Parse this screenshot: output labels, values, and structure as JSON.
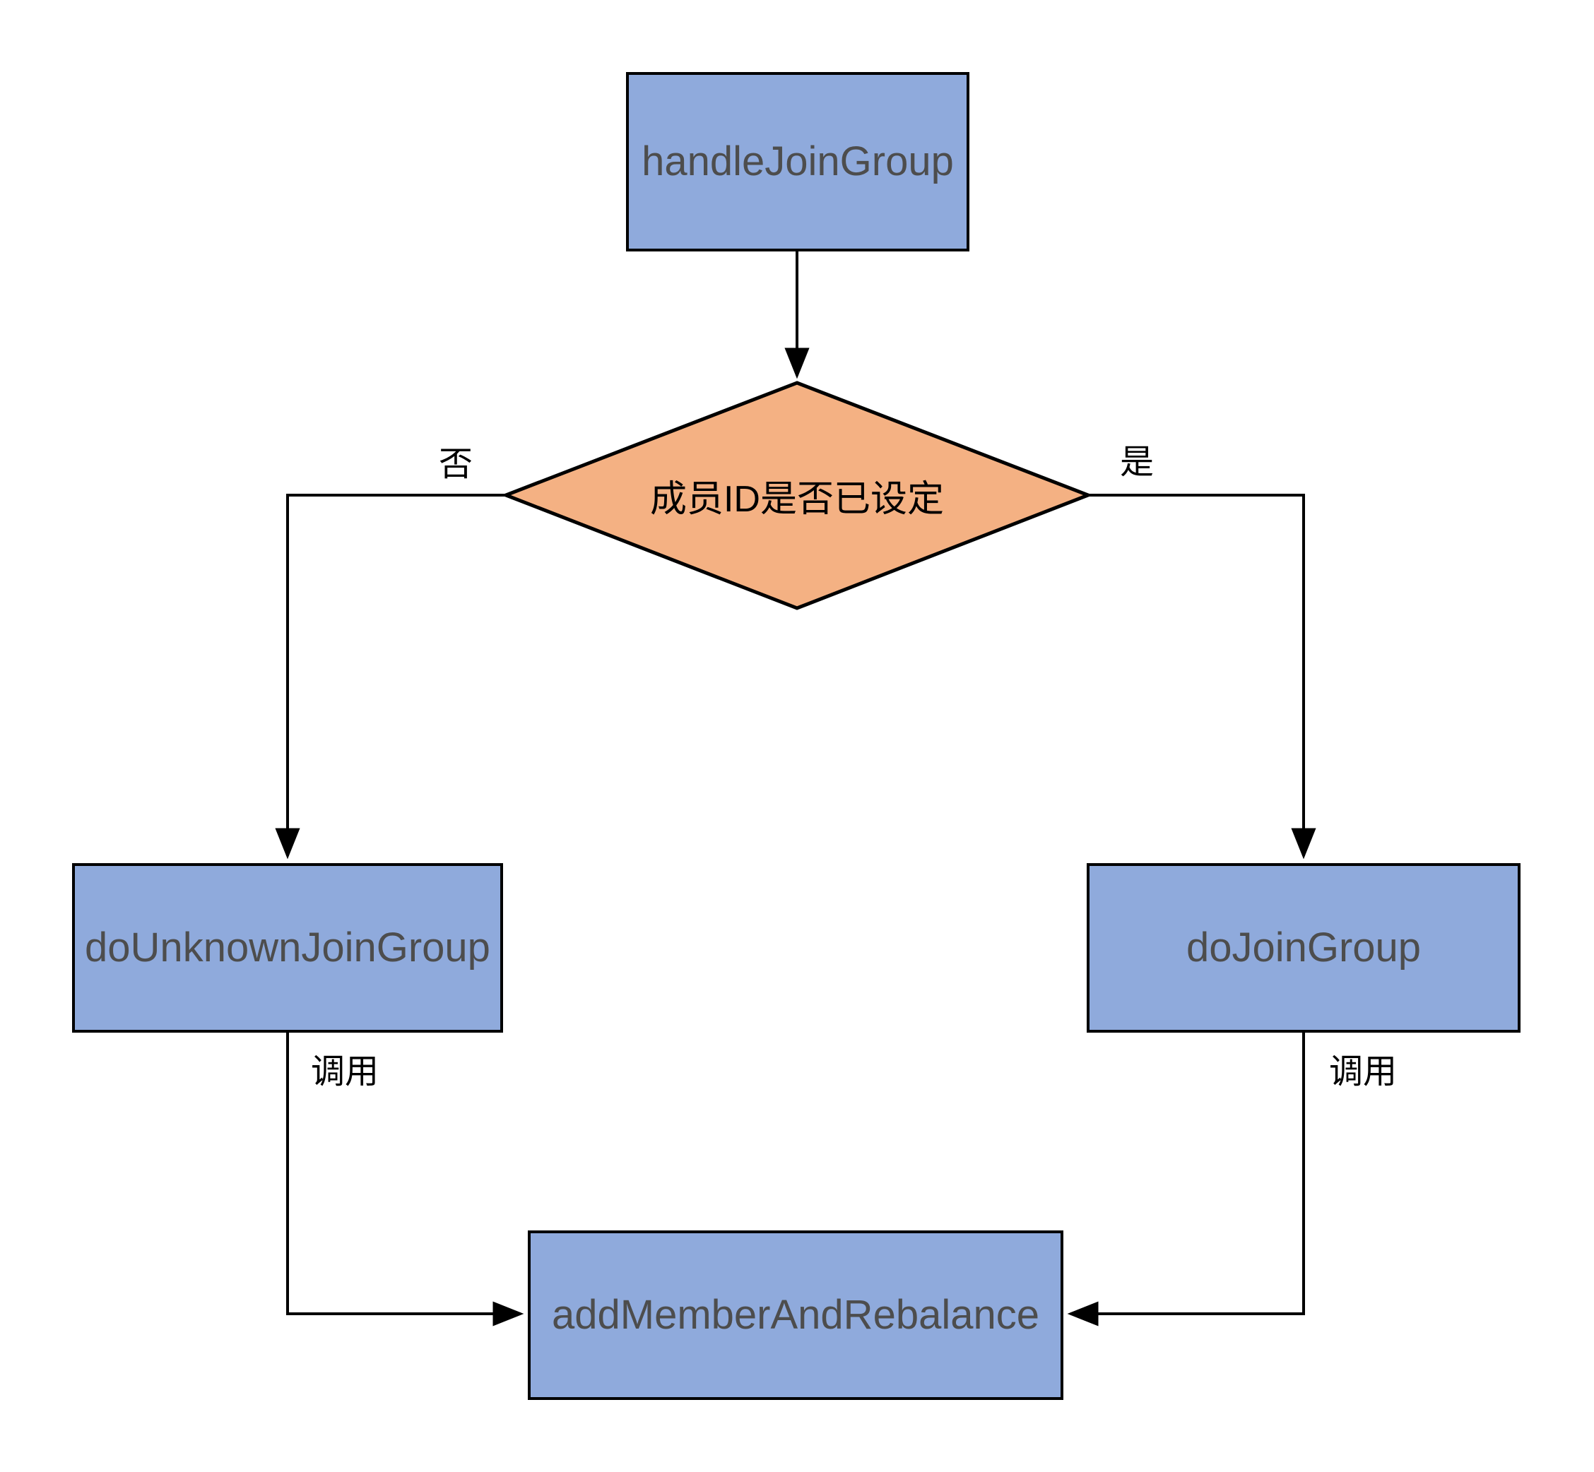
{
  "diagram": {
    "type": "flowchart",
    "nodes": [
      {
        "id": "handleJoinGroup",
        "label": "handleJoinGroup",
        "shape": "process"
      },
      {
        "id": "memberIdCheck",
        "label": "成员ID是否已设定",
        "shape": "decision"
      },
      {
        "id": "doUnknownJoinGroup",
        "label": "doUnknownJoinGroup",
        "shape": "process"
      },
      {
        "id": "doJoinGroup",
        "label": "doJoinGroup",
        "shape": "process"
      },
      {
        "id": "addMemberAndRebalance",
        "label": "addMemberAndRebalance",
        "shape": "process"
      }
    ],
    "edges": [
      {
        "from": "handleJoinGroup",
        "to": "memberIdCheck",
        "label": ""
      },
      {
        "from": "memberIdCheck",
        "to": "doUnknownJoinGroup",
        "label": "否"
      },
      {
        "from": "memberIdCheck",
        "to": "doJoinGroup",
        "label": "是"
      },
      {
        "from": "doUnknownJoinGroup",
        "to": "addMemberAndRebalance",
        "label": "调用"
      },
      {
        "from": "doJoinGroup",
        "to": "addMemberAndRebalance",
        "label": "调用"
      }
    ],
    "colors": {
      "process_fill": "#8FAADC",
      "decision_fill": "#F4B183",
      "border": "#000000",
      "line": "#000000",
      "process_text": "#4D4D4D",
      "label_text": "#000000",
      "background": "#FFFFFF"
    }
  }
}
